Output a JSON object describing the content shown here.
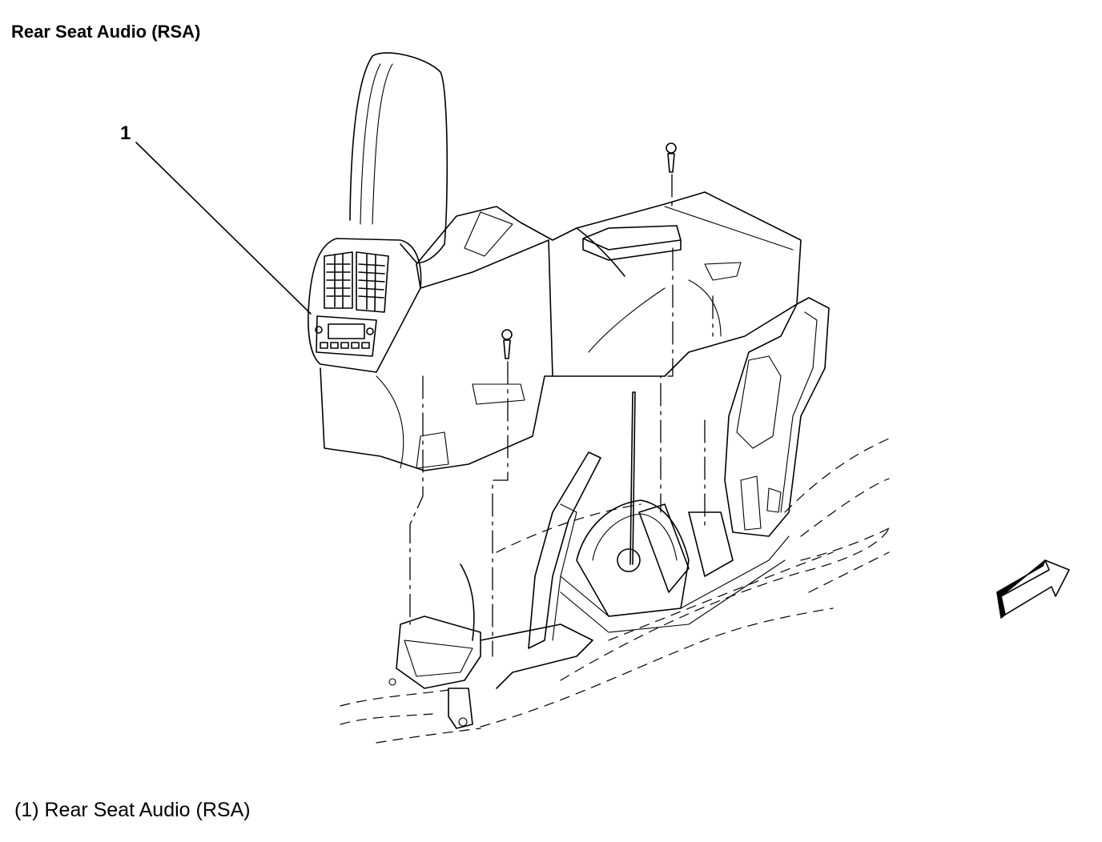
{
  "title": "Rear Seat Audio (RSA)",
  "callouts": [
    {
      "number": "1"
    }
  ],
  "legend": [
    {
      "text": "(1) Rear Seat Audio (RSA)"
    }
  ],
  "icons": {
    "direction_arrow": "forward-arrow-icon"
  }
}
